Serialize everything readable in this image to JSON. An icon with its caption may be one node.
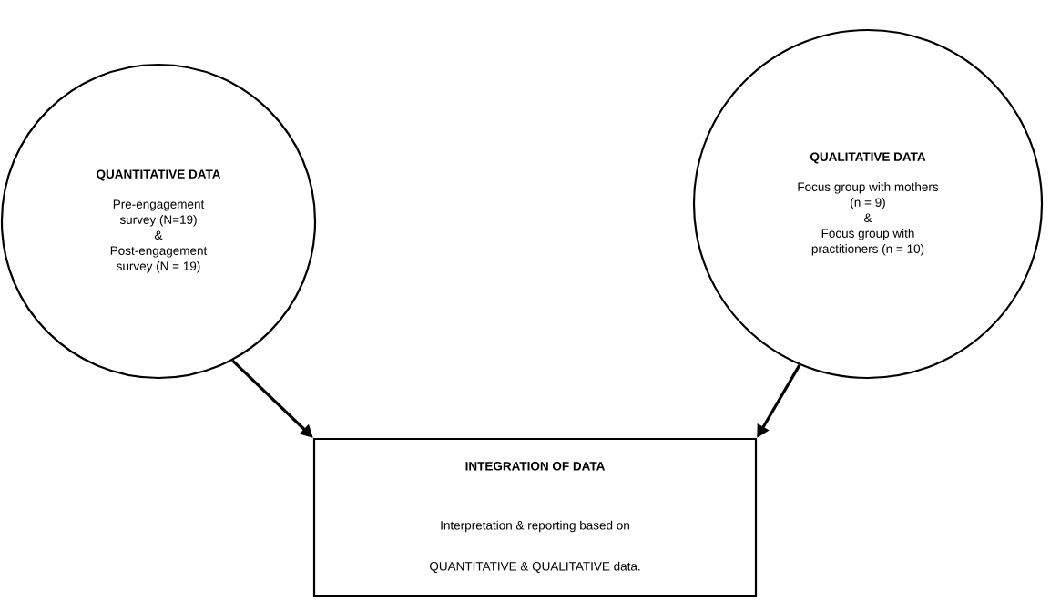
{
  "diagram": {
    "nodes": [
      {
        "text": [
          "QUANTITATIVE DATA",
          "Pre-engagement survey (N=19)",
          "&",
          "Post-engagement survey (N = 19)"
        ]
      },
      {
        "text": [
          "QUALITATIVE DATA",
          "Focus group with mothers (n = 9)",
          "&",
          "Focus group with practitioners (n = 10)"
        ]
      },
      {
        "text": [
          "INTEGRATION OF DATA",
          "Interpretation & reporting based on QUANTITATIVE & QUALITATIVE data."
        ]
      }
    ],
    "edges": [
      {
        "from": 0,
        "to": 2,
        "arrow": "to"
      },
      {
        "from": 1,
        "to": 2,
        "arrow": "to"
      }
    ]
  }
}
